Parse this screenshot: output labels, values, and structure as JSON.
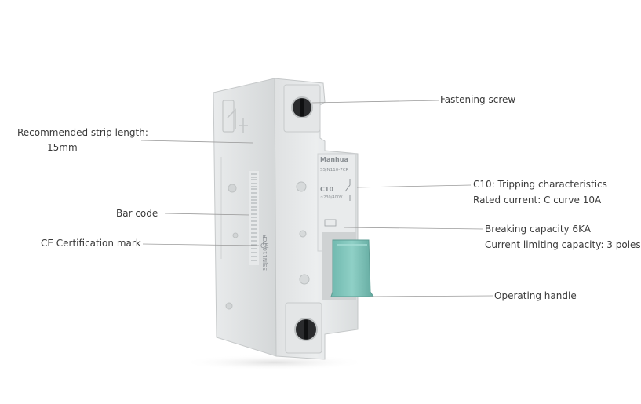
{
  "device": {
    "brand": "Manhua",
    "model": "SSJN110-7CR",
    "rating": "C10",
    "voltage": "~230/400V",
    "side_model": "SSJN110-7CR"
  },
  "callouts": {
    "fastening_screw": "Fastening screw",
    "strip_length_1": "Recommended strip length:",
    "strip_length_2": "15mm",
    "tripping_1": "C10: Tripping characteristics",
    "tripping_2": "Rated current: C curve 10A",
    "bar_code": "Bar code",
    "breaking_1": "Breaking capacity 6KA",
    "breaking_2": "Current limiting capacity: 3 poles",
    "ce_mark": "CE Certification mark",
    "operating_handle": "Operating handle"
  },
  "colors": {
    "body": "#e2e4e5",
    "body_shadow": "#c9cccd",
    "handle": "#7fc4bb",
    "handle_dark": "#5fa79d",
    "screw": "#1e1f21",
    "leader": "#9a9a9a"
  }
}
